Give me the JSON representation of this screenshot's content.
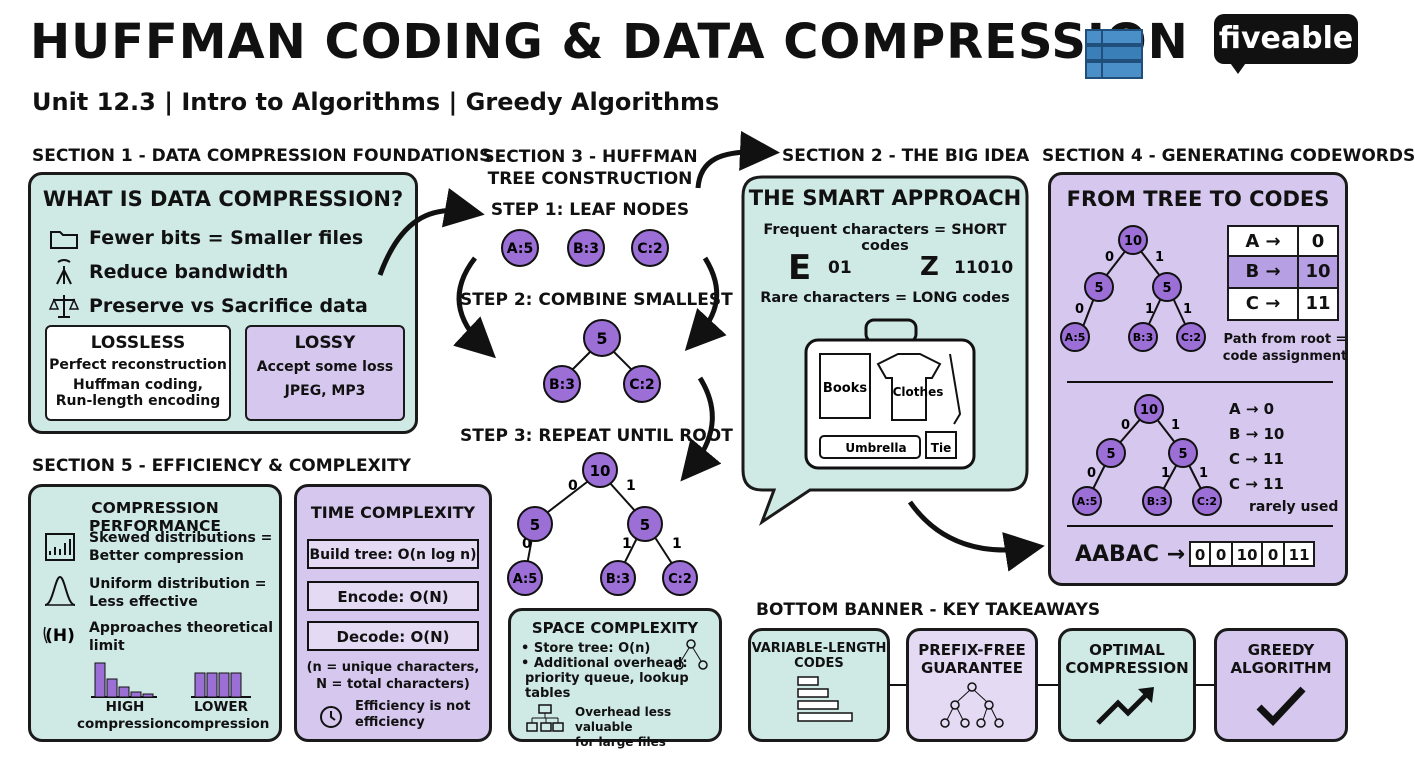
{
  "header": {
    "title": "HUFFMAN CODING & DATA COMPRESSION",
    "subtitle": "Unit 12.3 | Intro to Algorithms | Greedy Algorithms",
    "logo": "fiveable"
  },
  "section1": {
    "heading": "SECTION 1 - DATA COMPRESSION FOUNDATIONS",
    "box_title": "WHAT IS DATA COMPRESSION?",
    "items": [
      {
        "icon": "folder-icon",
        "text": "Fewer bits = Smaller files"
      },
      {
        "icon": "antenna-icon",
        "text": "Reduce bandwidth"
      },
      {
        "icon": "scales-icon",
        "text": "Preserve vs Sacrifice data"
      }
    ],
    "lossless": {
      "title": "LOSSLESS",
      "line1": "Perfect reconstruction",
      "line2": "Huffman coding,",
      "line3": "Run-length encoding"
    },
    "lossy": {
      "title": "LOSSY",
      "line1": "Accept some loss",
      "line2": "JPEG, MP3"
    }
  },
  "section2": {
    "heading": "SECTION 2 - THE BIG IDEA",
    "box_title": "THE SMART APPROACH",
    "frequent": "Frequent characters = SHORT codes",
    "e_char": "E",
    "e_code": "01",
    "z_char": "Z",
    "z_code": "11010",
    "rare": "Rare characters = LONG codes",
    "suitcase": {
      "books": "Books",
      "clothes": "Clothes",
      "umbrella": "Umbrella",
      "tie": "Tie"
    }
  },
  "section3": {
    "heading_line1": "SECTION 3 - HUFFMAN",
    "heading_line2": "TREE CONSTRUCTION",
    "step1": "STEP 1: LEAF NODES",
    "step2": "STEP 2: COMBINE SMALLEST",
    "step3": "STEP 3: REPEAT UNTIL ROOT",
    "leaves": [
      "A:5",
      "B:3",
      "C:2"
    ],
    "step2_tree": {
      "root": "5",
      "left": "B:3",
      "right": "C:2"
    },
    "step3_tree": {
      "root": "10",
      "l": "5",
      "r": "5",
      "ll": "A:5",
      "rl": "B:3",
      "rr": "C:2",
      "e0": "0",
      "e1": "1"
    },
    "space": {
      "title": "SPACE COMPLEXITY",
      "line1": "• Store tree: O(n)",
      "line2": "• Additional overhead:",
      "line3": "priority queue, lookup tables",
      "note1": "Overhead less valuable",
      "note2": "for large files"
    }
  },
  "section4": {
    "heading": "SECTION 4 - GENERATING CODEWORDS",
    "box_title": "FROM TREE TO CODES",
    "tree": {
      "root": "10",
      "l": "5",
      "r": "5",
      "ll": "A:5",
      "rl": "B:3",
      "rr": "C:2",
      "e0": "0",
      "e1": "1"
    },
    "table": [
      {
        "char": "A →",
        "code": "0"
      },
      {
        "char": "B →",
        "code": "10"
      },
      {
        "char": "C →",
        "code": "11"
      }
    ],
    "path_note1": "Path from root =",
    "path_note2": "code assignment",
    "list": [
      "A → 0",
      "B → 10",
      "C → 11",
      "C → 11"
    ],
    "rarely": "rarely used",
    "encode_word": "AABAC →",
    "encode_cells": [
      "0",
      "0",
      "10",
      "0",
      "11"
    ]
  },
  "section5": {
    "heading": "SECTION 5 - EFFICIENCY & COMPLEXITY",
    "perf": {
      "title": "COMPRESSION PERFORMANCE",
      "item1a": "Skewed distributions =",
      "item1b": "Better compression",
      "item2a": "Uniform distribution =",
      "item2b": "Less effective",
      "item3a": "Approaches theoretical",
      "item3b": "limit",
      "bar1a": "HIGH",
      "bar1b": "compression",
      "bar2a": "LOWER",
      "bar2b": "compression"
    },
    "time": {
      "title": "TIME COMPLEXITY",
      "build": "Build tree: O(n log n)",
      "encode": "Encode: O(N)",
      "decode": "Decode: O(N)",
      "note1": "(n = unique characters,",
      "note2": "N = total characters)",
      "eff1": "Efficiency is not",
      "eff2": "efficiency"
    }
  },
  "banner": {
    "heading": "BOTTOM BANNER - KEY TAKEAWAYS",
    "items": [
      {
        "line1": "VARIABLE-LENGTH",
        "line2": "CODES"
      },
      {
        "line1": "PREFIX-FREE",
        "line2": "GUARANTEE"
      },
      {
        "line1": "OPTIMAL",
        "line2": "COMPRESSION"
      },
      {
        "line1": "GREEDY",
        "line2": "ALGORITHM"
      }
    ]
  },
  "colors": {
    "teal": "#cfe9e5",
    "purple": "#d6c7ee",
    "node": "#9b6fd6"
  }
}
